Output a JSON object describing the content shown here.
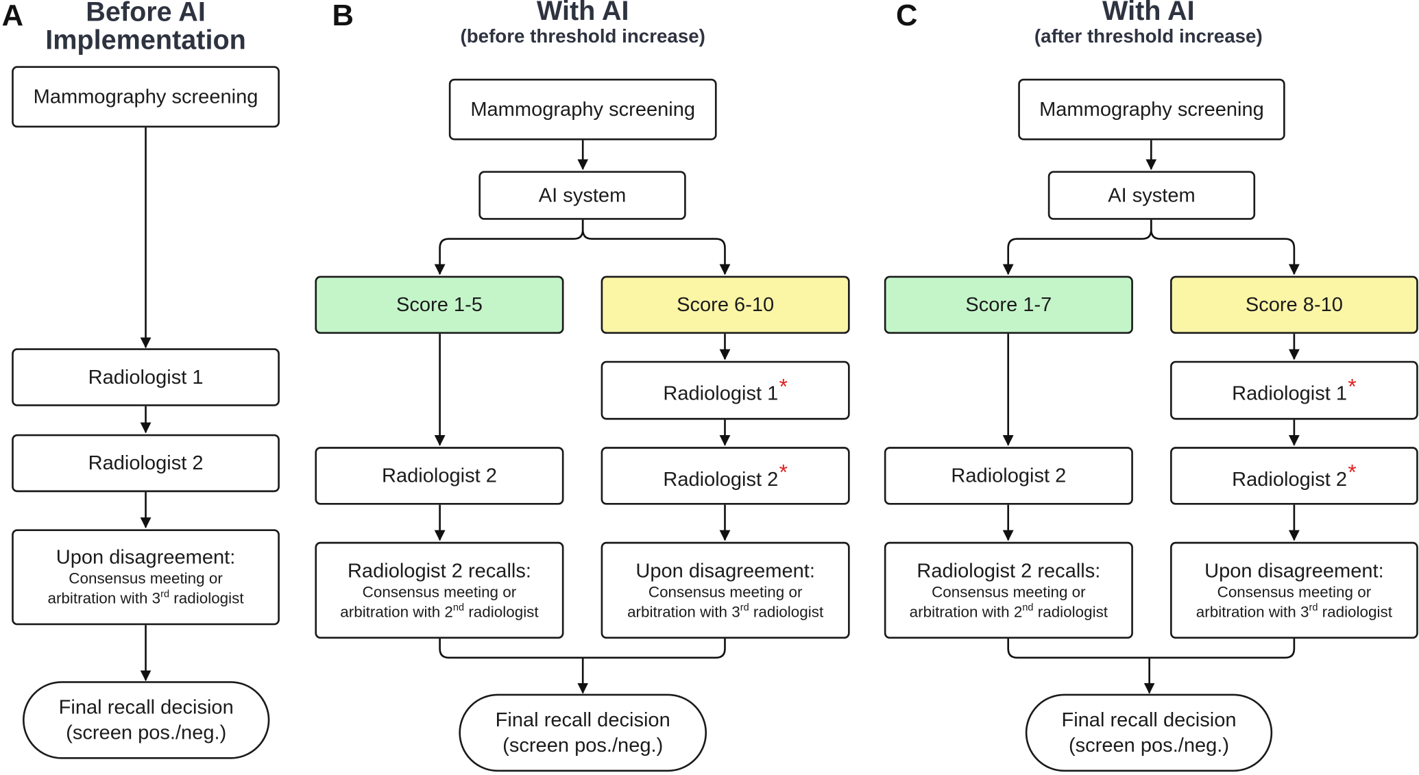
{
  "colors": {
    "low_score": "#c4f5c9",
    "high_score": "#fbf5a6",
    "star": "#e02020",
    "title": "#2e3340"
  },
  "panels": {
    "a": {
      "letter": "A",
      "title_line1": "Before AI",
      "title_line2": "Implementation",
      "screening": "Mammography screening",
      "rad1": "Radiologist 1",
      "rad2": "Radiologist 2",
      "disagree_head": "Upon disagreement:",
      "disagree_l1": "Consensus meeting or",
      "disagree_l2a": "arbitration with 3",
      "disagree_sup": "rd",
      "disagree_l2b": " radiologist",
      "final_l1": "Final recall decision",
      "final_l2": "(screen pos./neg.)"
    },
    "b": {
      "letter": "B",
      "title": "With AI",
      "subtitle": "(before threshold increase)",
      "screening": "Mammography screening",
      "ai": "AI system",
      "score_low": "Score 1-5",
      "score_high": "Score 6-10",
      "left_rad2": "Radiologist 2",
      "recall_head": "Radiologist 2 recalls:",
      "recall_l1": "Consensus meeting or",
      "recall_l2a": "arbitration with 2",
      "recall_sup": "nd",
      "recall_l2b": " radiologist",
      "right_rad1": "Radiologist 1",
      "right_rad2": "Radiologist 2",
      "star": "*",
      "disagree_head": "Upon disagreement:",
      "disagree_l1": "Consensus meeting or",
      "disagree_l2a": "arbitration with 3",
      "disagree_sup": "rd",
      "disagree_l2b": " radiologist",
      "final_l1": "Final recall decision",
      "final_l2": "(screen pos./neg.)"
    },
    "c": {
      "letter": "C",
      "title": "With AI",
      "subtitle": "(after threshold increase)",
      "screening": "Mammography screening",
      "ai": "AI system",
      "score_low": "Score 1-7",
      "score_high": "Score 8-10",
      "left_rad2": "Radiologist 2",
      "recall_head": "Radiologist 2 recalls:",
      "recall_l1": "Consensus meeting or",
      "recall_l2a": "arbitration with 2",
      "recall_sup": "nd",
      "recall_l2b": " radiologist",
      "right_rad1": "Radiologist 1",
      "right_rad2": "Radiologist 2",
      "star": "*",
      "disagree_head": "Upon disagreement:",
      "disagree_l1": "Consensus meeting or",
      "disagree_l2a": "arbitration with 3",
      "disagree_sup": "rd",
      "disagree_l2b": " radiologist",
      "final_l1": "Final recall decision",
      "final_l2": "(screen pos./neg.)"
    }
  }
}
